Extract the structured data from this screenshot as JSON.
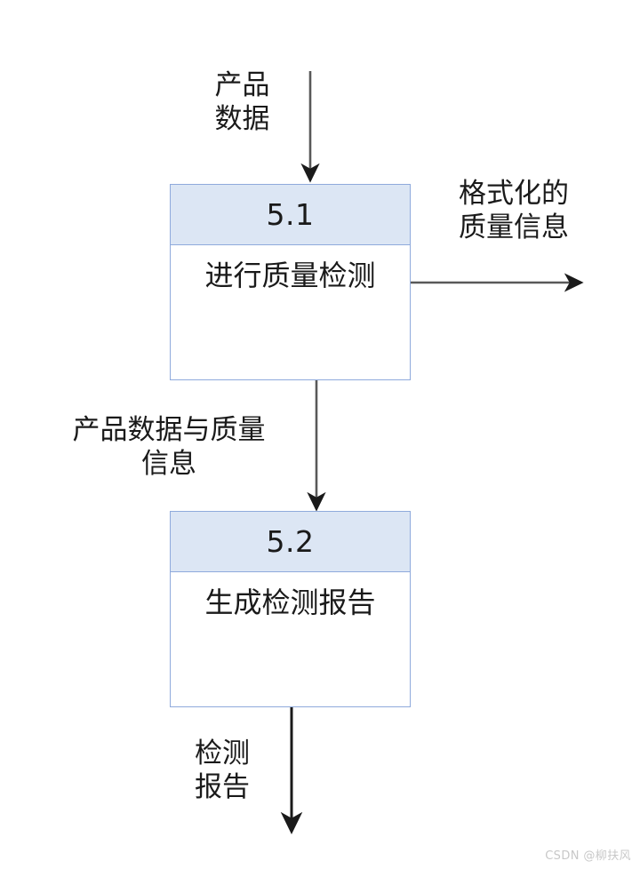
{
  "diagram": {
    "title": "",
    "background": "#ffffff",
    "box_fill": "#ffffff",
    "box_header_fill": "#dce6f4",
    "box_border": "#8faadc",
    "arrow_color": "#404040",
    "text_color": "#1a1a1a"
  },
  "processes": [
    {
      "id": "5.1",
      "number": "5.1",
      "name": "进行质量检测"
    },
    {
      "id": "5.2",
      "number": "5.2",
      "name": "生成检测报告"
    }
  ],
  "flows": [
    {
      "id": "flow-input-product-data",
      "label": "产品\n数据",
      "direction": "down",
      "from": "external",
      "to": "5.1"
    },
    {
      "id": "flow-formatted-quality-info",
      "label": "格式化的\n质量信息",
      "direction": "right",
      "from": "5.1",
      "to": "external"
    },
    {
      "id": "flow-product-and-quality-info",
      "label": "产品数据与质量\n信息",
      "direction": "down",
      "from": "5.1",
      "to": "5.2"
    },
    {
      "id": "flow-inspection-report",
      "label": "检测\n报告",
      "direction": "down",
      "from": "5.2",
      "to": "external"
    }
  ],
  "watermark": {
    "text": "CSDN @柳扶风"
  }
}
